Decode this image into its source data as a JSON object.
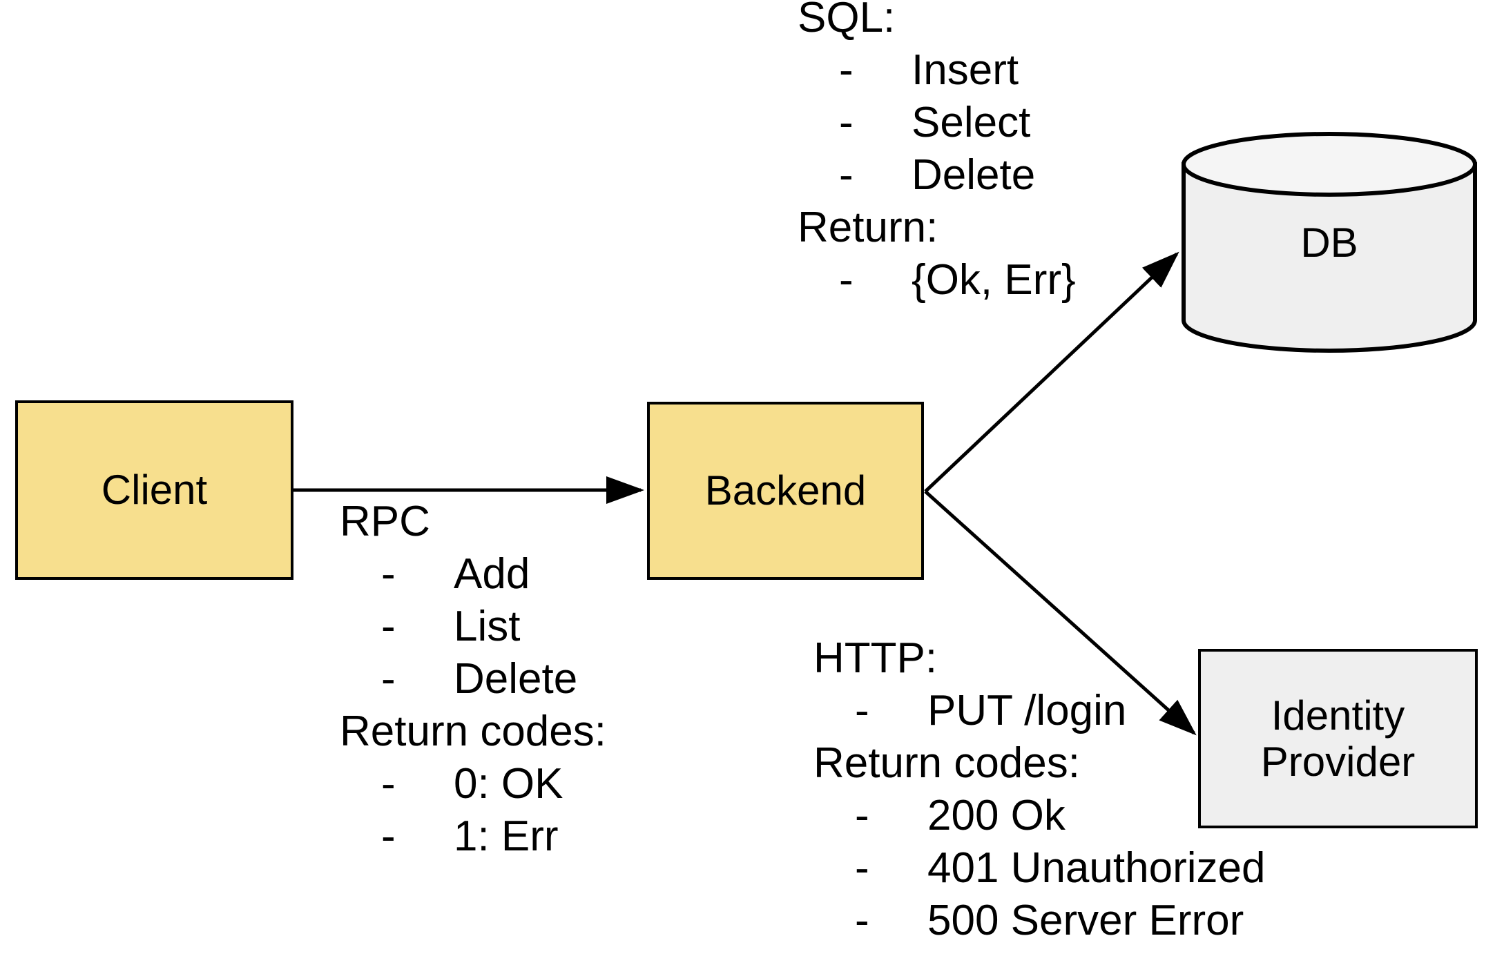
{
  "diagram": {
    "title": "Client / Backend / DB / Identity Provider architecture",
    "colors": {
      "service_fill": "#F7DF8E",
      "store_fill": "#EFEFEF",
      "stroke": "#000000",
      "background": "#FFFFFF"
    },
    "nodes": {
      "client": {
        "label": "Client",
        "shape": "rectangle",
        "fill": "#F7DF8E"
      },
      "backend": {
        "label": "Backend",
        "shape": "rectangle",
        "fill": "#F7DF8E"
      },
      "db": {
        "label": "DB",
        "shape": "cylinder",
        "fill": "#EFEFEF"
      },
      "identity_provider": {
        "label": "Identity\nProvider",
        "label_line1": "Identity",
        "label_line2": "Provider",
        "shape": "rectangle",
        "fill": "#EFEFEF"
      }
    },
    "edges": [
      {
        "id": "client-to-backend",
        "from": "client",
        "to": "backend",
        "style": "straight-arrow",
        "annotation": "rpc"
      },
      {
        "id": "backend-to-db",
        "from": "backend",
        "to": "db",
        "style": "diagonal-arrow-up",
        "annotation": "sql"
      },
      {
        "id": "backend-to-idp",
        "from": "backend",
        "to": "identity_provider",
        "style": "diagonal-arrow-down",
        "annotation": "http"
      }
    ],
    "annotations": {
      "sql": {
        "heading": "SQL:",
        "items": [
          "Insert",
          "Select",
          "Delete"
        ],
        "return_heading": "Return:",
        "return_items": [
          "{Ok, Err}"
        ],
        "bullet": "-"
      },
      "rpc": {
        "heading": "RPC",
        "items": [
          "Add",
          "List",
          "Delete"
        ],
        "return_heading": "Return codes:",
        "return_items": [
          "0: OK",
          "1: Err"
        ],
        "bullet": "-"
      },
      "http": {
        "heading": "HTTP:",
        "items": [
          "PUT /login"
        ],
        "return_heading": "Return codes:",
        "return_items": [
          "200 Ok",
          "401 Unauthorized",
          "500 Server Error"
        ],
        "bullet": "-"
      }
    }
  }
}
